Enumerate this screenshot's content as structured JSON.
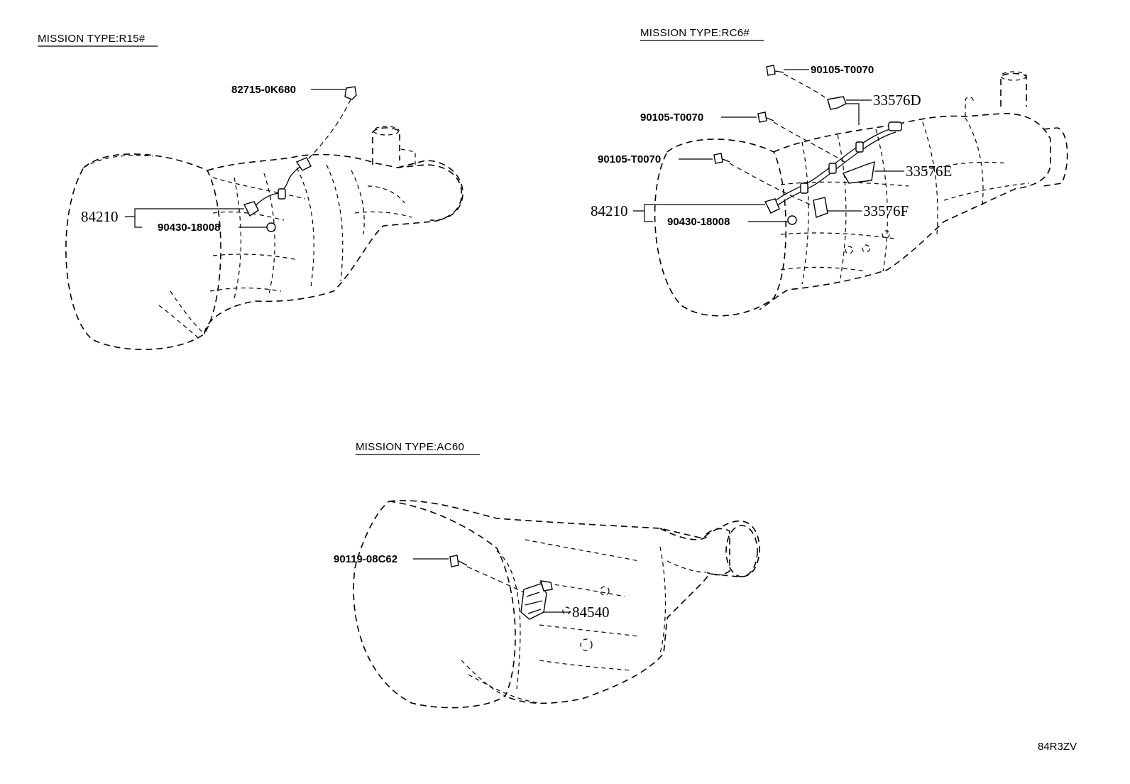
{
  "sections": {
    "r15": {
      "title": "MISSION TYPE:R15#",
      "labels": {
        "p82715": "82715-0K680",
        "p84210": "84210",
        "p90430": "90430-18008"
      }
    },
    "rc6": {
      "title": "MISSION TYPE:RC6#",
      "labels": {
        "p90105_a": "90105-T0070",
        "p33576d": "33576D",
        "p90105_b": "90105-T0070",
        "p90105_c": "90105-T0070",
        "p33576e": "33576E",
        "p84210": "84210",
        "p33576f": "33576F",
        "p90430": "90430-18008"
      }
    },
    "ac60": {
      "title": "MISSION TYPE:AC60",
      "labels": {
        "p90119": "90119-08C62",
        "p84540": "84540"
      }
    }
  },
  "diagram_code": "84R3ZV"
}
